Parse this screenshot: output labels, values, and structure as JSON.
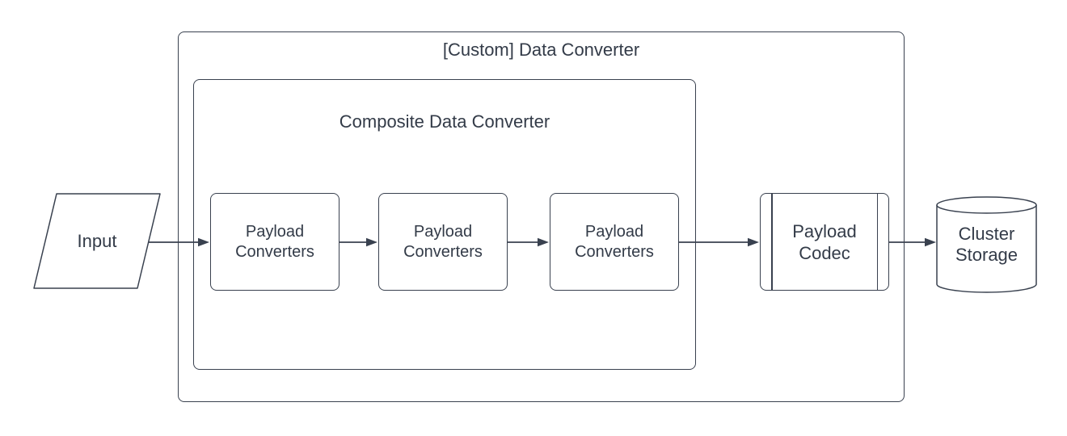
{
  "colors": {
    "stroke": "#39414f",
    "text": "#333b48",
    "background": "#ffffff"
  },
  "diagram": {
    "outer_container": {
      "label": "[Custom] Data Converter"
    },
    "inner_container": {
      "label": "Composite Data Converter"
    },
    "input_shape": {
      "label": "Input"
    },
    "payload_converters": [
      {
        "label": "Payload Converters"
      },
      {
        "label": "Payload Converters"
      },
      {
        "label": "Payload Converters"
      }
    ],
    "payload_codec": {
      "label": "Payload Codec"
    },
    "cluster_storage": {
      "label": "Cluster Storage"
    },
    "arrows": [
      {
        "from": "Input",
        "to": "Payload Converters 1"
      },
      {
        "from": "Payload Converters 1",
        "to": "Payload Converters 2"
      },
      {
        "from": "Payload Converters 2",
        "to": "Payload Converters 3"
      },
      {
        "from": "Payload Converters 3",
        "to": "Payload Codec"
      },
      {
        "from": "Payload Codec",
        "to": "Cluster Storage"
      }
    ]
  }
}
